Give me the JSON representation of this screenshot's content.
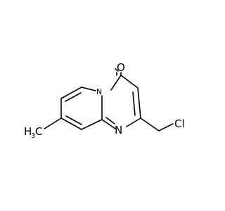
{
  "molecule": {
    "atoms": {
      "oxygen": "O",
      "n_bridgehead": "N",
      "n_ring": "N",
      "chlorine": "Cl",
      "methyl_main": "H",
      "methyl_sub": "3",
      "methyl_carbon": "C"
    },
    "colors": {
      "bond": "#000000",
      "label": "#000000",
      "background": "#ffffff"
    }
  }
}
